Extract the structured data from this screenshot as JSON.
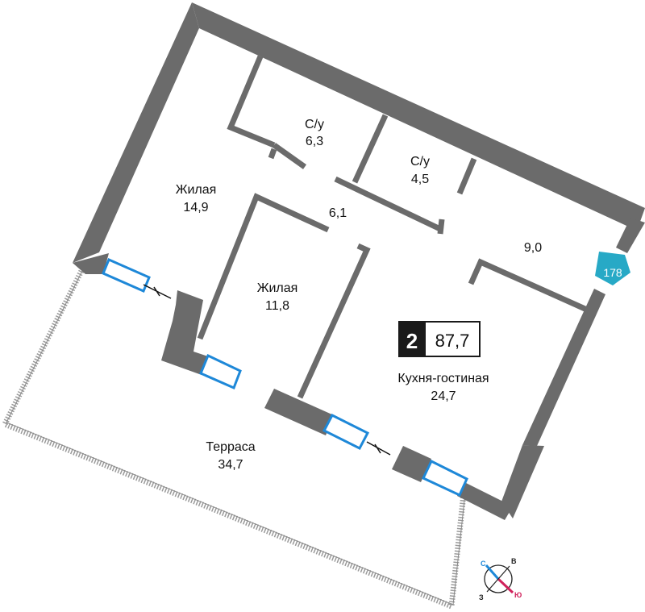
{
  "rooms": [
    {
      "id": "living1",
      "name": "Жилая",
      "area": "14,9"
    },
    {
      "id": "bath1",
      "name": "С/у",
      "area": "6,3"
    },
    {
      "id": "bath2",
      "name": "С/у",
      "area": "4,5"
    },
    {
      "id": "hall",
      "name": "",
      "area": "6,1"
    },
    {
      "id": "room9",
      "name": "",
      "area": "9,0"
    },
    {
      "id": "living2",
      "name": "Жилая",
      "area": "11,8"
    },
    {
      "id": "kitchen",
      "name": "Кухня-гостиная",
      "area": "24,7"
    },
    {
      "id": "terrace",
      "name": "Терраса",
      "area": "34,7"
    }
  ],
  "apartment": {
    "rooms_count": "2",
    "total_area": "87,7",
    "number": "178"
  },
  "compass": {
    "north": "С",
    "east": "В",
    "south": "Ю",
    "west": "З"
  },
  "colors": {
    "wall": "#6b6b6b",
    "window": "#1e88d8",
    "badge": "#27a9c6",
    "compass_north": "#1e88d8",
    "compass_south": "#d0215b",
    "badge_dark": "#1a1a1a"
  }
}
